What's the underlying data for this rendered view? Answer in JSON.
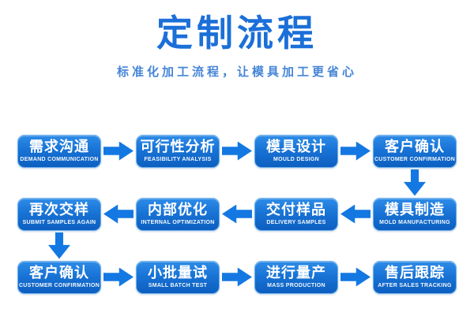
{
  "header": {
    "title": "定制流程",
    "subtitle": "标准化加工流程，让模具加工更省心"
  },
  "colors": {
    "title": "#1b6fd8",
    "subtitle": "#4585d6",
    "box_top": "#2e8ce8",
    "box_mid": "#1873d6",
    "box_bottom": "#0d5fc0",
    "box_rim": "#6fb1ec",
    "arrow": "#1478e2",
    "step_text": "#ffffff"
  },
  "icons": {
    "arrow_right": "block-arrow-right",
    "arrow_left": "block-arrow-left",
    "arrow_down": "block-arrow-down"
  },
  "flow": {
    "rows": [
      {
        "direction": "right",
        "steps": [
          {
            "label": "需求沟通",
            "caption": "DEMAND COMMUNICATION"
          },
          {
            "label": "可行性分析",
            "caption": "FEASIBILITY ANALYSIS"
          },
          {
            "label": "模具设计",
            "caption": "MOULD DESIGN"
          },
          {
            "label": "客户确认",
            "caption": "CUSTOMER CONFIRMATION"
          }
        ]
      },
      {
        "direction": "left",
        "steps": [
          {
            "label": "再次交样",
            "caption": "SUBMIT SAMPLES AGAIN"
          },
          {
            "label": "内部优化",
            "caption": "INTERNAL OPTIMIZATION"
          },
          {
            "label": "交付样品",
            "caption": "DELIVERY SAMPLES"
          },
          {
            "label": "模具制造",
            "caption": "MOLD MANUFACTURING"
          }
        ]
      },
      {
        "direction": "right",
        "steps": [
          {
            "label": "客户确认",
            "caption": "CUSTOMER CONFIRMATION"
          },
          {
            "label": "小批量试",
            "caption": "SMALL BATCH TEST"
          },
          {
            "label": "进行量产",
            "caption": "MASS PRODUCTION"
          },
          {
            "label": "售后跟踪",
            "caption": "AFTER SALES TRACKING"
          }
        ]
      }
    ]
  }
}
